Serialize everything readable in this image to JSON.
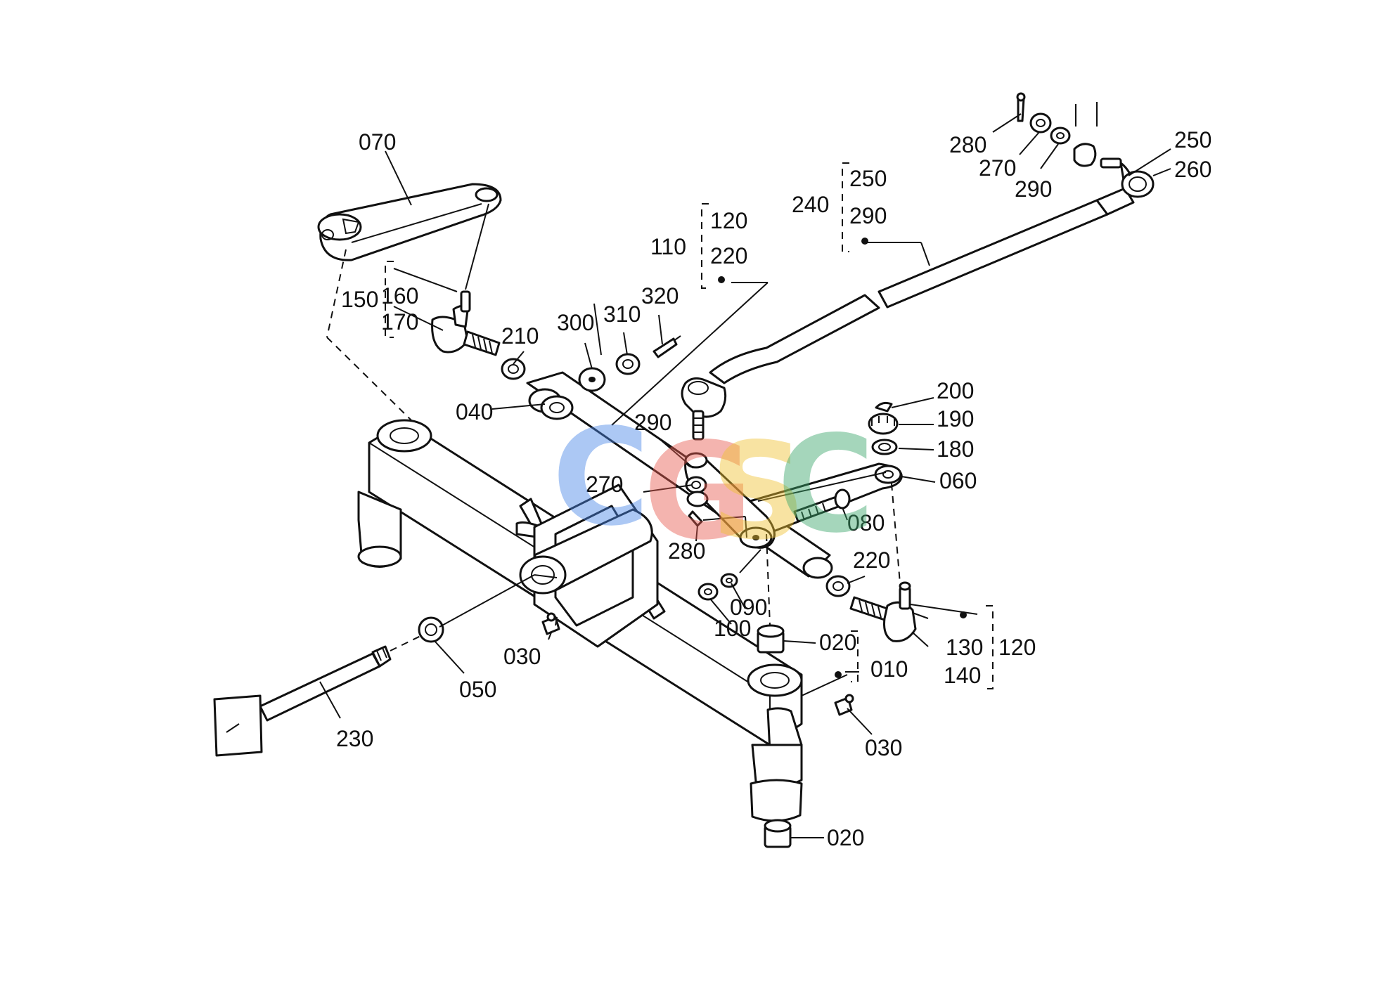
{
  "watermark": {
    "letters": [
      "C",
      "G",
      "S",
      "C"
    ],
    "colors": [
      "#4a86e8",
      "#e85a4f",
      "#f1c232",
      "#3aa66b"
    ]
  },
  "callouts": {
    "c070": "070",
    "c150": "150",
    "c160": "160",
    "c170": "170",
    "c210": "210",
    "c300": "300",
    "c310": "310",
    "c320": "320",
    "c040": "040",
    "c110": "110",
    "c110_120": "120",
    "c110_220": "220",
    "c240": "240",
    "c240_250": "250",
    "c240_290": "290",
    "c280_top": "280",
    "c270_top": "270",
    "c290_top": "290",
    "c250": "250",
    "c260": "260",
    "c200": "200",
    "c190": "190",
    "c180": "180",
    "c060": "060",
    "c080": "080",
    "c290_mid": "290",
    "c270_mid": "270",
    "c280_mid": "280",
    "c220": "220",
    "c090": "090",
    "c100": "100",
    "c020_top": "020",
    "c010": "010",
    "c130": "130",
    "c140": "140",
    "c120": "120",
    "c030_left": "030",
    "c030_right": "030",
    "c050": "050",
    "c230": "230",
    "c020_bottom": "020"
  }
}
